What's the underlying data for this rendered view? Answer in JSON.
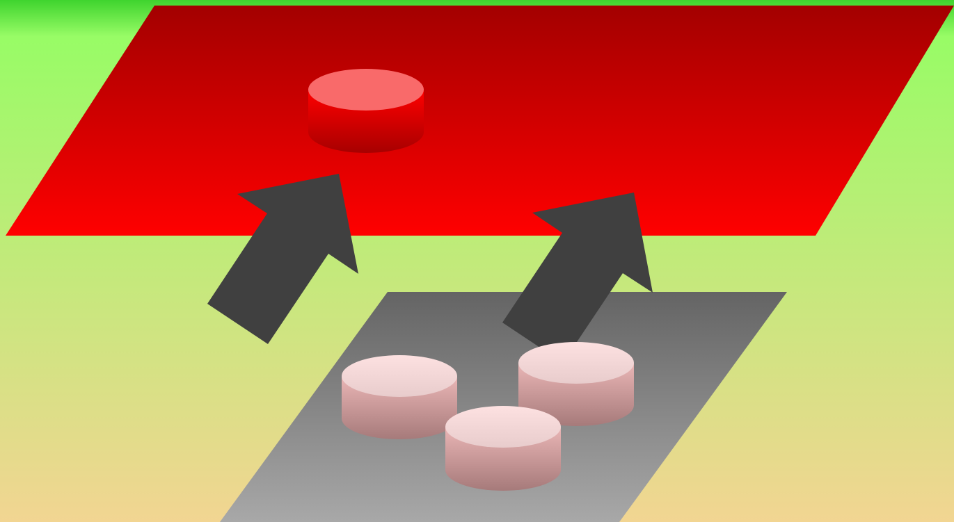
{
  "diagram": {
    "description_free": true,
    "colors": {
      "background_top": "#3fd42e",
      "background_upper": "#98fc66",
      "background_bottom": "#f2d592",
      "upper_plane_top": "#a30000",
      "upper_plane_bottom": "#ff0000",
      "lower_plane_top": "#646464",
      "lower_plane_bottom": "#a8a8a8",
      "arrow": "#404040",
      "upper_disk_top": "#f96a6a",
      "upper_disk_side_top": "#ff0000",
      "upper_disk_side_bottom": "#a70000",
      "lower_disk_top": "#fde1e1",
      "lower_disk_side_top": "#eab6b6",
      "lower_disk_side_bottom": "#a67a7a"
    },
    "lower_disk_count": 3,
    "upper_disk_count": 1,
    "arrow_count": 2
  }
}
